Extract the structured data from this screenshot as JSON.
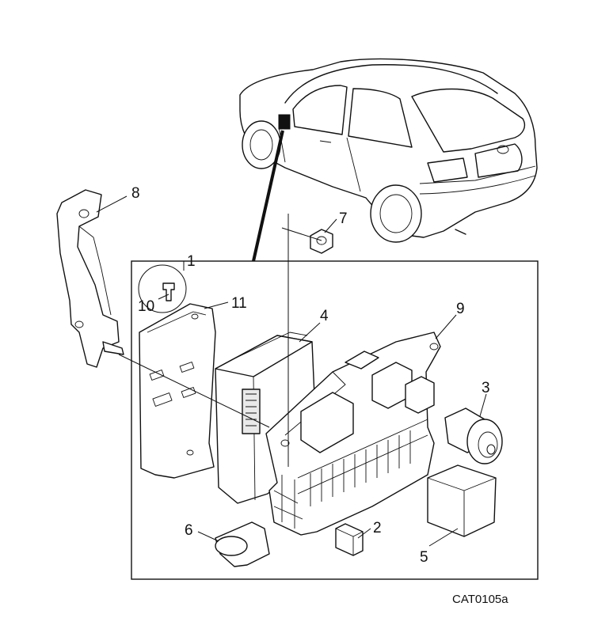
{
  "diagram": {
    "reference_code": "CAT0105a",
    "callouts": [
      "1",
      "2",
      "3",
      "4",
      "5",
      "6",
      "7",
      "8",
      "9",
      "10",
      "11"
    ]
  }
}
